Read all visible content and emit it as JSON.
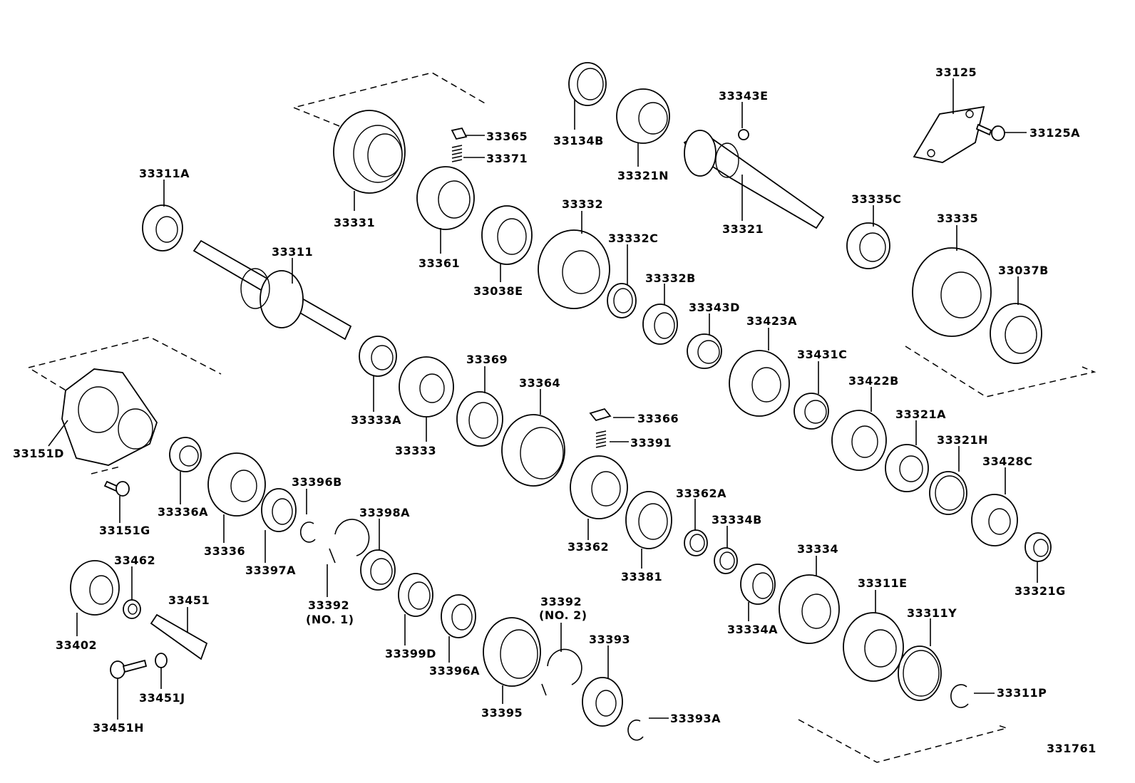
{
  "diagram_id": "331761",
  "parts": [
    {
      "key": "p33331",
      "label": "33331"
    },
    {
      "key": "p33365",
      "label": "33365"
    },
    {
      "key": "p33371",
      "label": "33371"
    },
    {
      "key": "p33134B",
      "label": "33134B"
    },
    {
      "key": "p33321N",
      "label": "33321N"
    },
    {
      "key": "p33343E",
      "label": "33343E"
    },
    {
      "key": "p33125",
      "label": "33125"
    },
    {
      "key": "p33125A",
      "label": "33125A"
    },
    {
      "key": "p33311A",
      "label": "33311A"
    },
    {
      "key": "p33361",
      "label": "33361"
    },
    {
      "key": "p33321",
      "label": "33321"
    },
    {
      "key": "p33335C",
      "label": "33335C"
    },
    {
      "key": "p33332",
      "label": "33332"
    },
    {
      "key": "p33335",
      "label": "33335"
    },
    {
      "key": "p33311",
      "label": "33311"
    },
    {
      "key": "p33332C",
      "label": "33332C"
    },
    {
      "key": "p33037B",
      "label": "33037B"
    },
    {
      "key": "p33332B",
      "label": "33332B"
    },
    {
      "key": "p33038E",
      "label": "33038E"
    },
    {
      "key": "p33343D",
      "label": "33343D"
    },
    {
      "key": "p33423A",
      "label": "33423A"
    },
    {
      "key": "p33369",
      "label": "33369"
    },
    {
      "key": "p33431C",
      "label": "33431C"
    },
    {
      "key": "p33364",
      "label": "33364"
    },
    {
      "key": "p33422B",
      "label": "33422B"
    },
    {
      "key": "p33333A",
      "label": "33333A"
    },
    {
      "key": "p33366",
      "label": "33366"
    },
    {
      "key": "p33321A",
      "label": "33321A"
    },
    {
      "key": "p33151D",
      "label": "33151D"
    },
    {
      "key": "p33333",
      "label": "33333"
    },
    {
      "key": "p33391",
      "label": "33391"
    },
    {
      "key": "p33321H",
      "label": "33321H"
    },
    {
      "key": "p33428C",
      "label": "33428C"
    },
    {
      "key": "p33396B",
      "label": "33396B"
    },
    {
      "key": "p33362A",
      "label": "33362A"
    },
    {
      "key": "p33398A",
      "label": "33398A"
    },
    {
      "key": "p33336A",
      "label": "33336A"
    },
    {
      "key": "p33334B",
      "label": "33334B"
    },
    {
      "key": "p33151G",
      "label": "33151G"
    },
    {
      "key": "p33362",
      "label": "33362"
    },
    {
      "key": "p33336",
      "label": "33336"
    },
    {
      "key": "p33334",
      "label": "33334"
    },
    {
      "key": "p33462",
      "label": "33462"
    },
    {
      "key": "p33397A",
      "label": "33397A"
    },
    {
      "key": "p33381",
      "label": "33381"
    },
    {
      "key": "p33321G",
      "label": "33321G"
    },
    {
      "key": "p33311E",
      "label": "33311E"
    },
    {
      "key": "p33451",
      "label": "33451"
    },
    {
      "key": "p33392a",
      "label": "33392"
    },
    {
      "key": "p33392a_note",
      "label": "(NO. 1)"
    },
    {
      "key": "p33392b",
      "label": "33392"
    },
    {
      "key": "p33392b_note",
      "label": "(NO. 2)"
    },
    {
      "key": "p33311Y",
      "label": "33311Y"
    },
    {
      "key": "p33334A",
      "label": "33334A"
    },
    {
      "key": "p33402",
      "label": "33402"
    },
    {
      "key": "p33393",
      "label": "33393"
    },
    {
      "key": "p33399D",
      "label": "33399D"
    },
    {
      "key": "p33396A",
      "label": "33396A"
    },
    {
      "key": "p33311P",
      "label": "33311P"
    },
    {
      "key": "p33451J",
      "label": "33451J"
    },
    {
      "key": "p33395",
      "label": "33395"
    },
    {
      "key": "p33393A",
      "label": "33393A"
    },
    {
      "key": "p33451H",
      "label": "33451H"
    }
  ]
}
